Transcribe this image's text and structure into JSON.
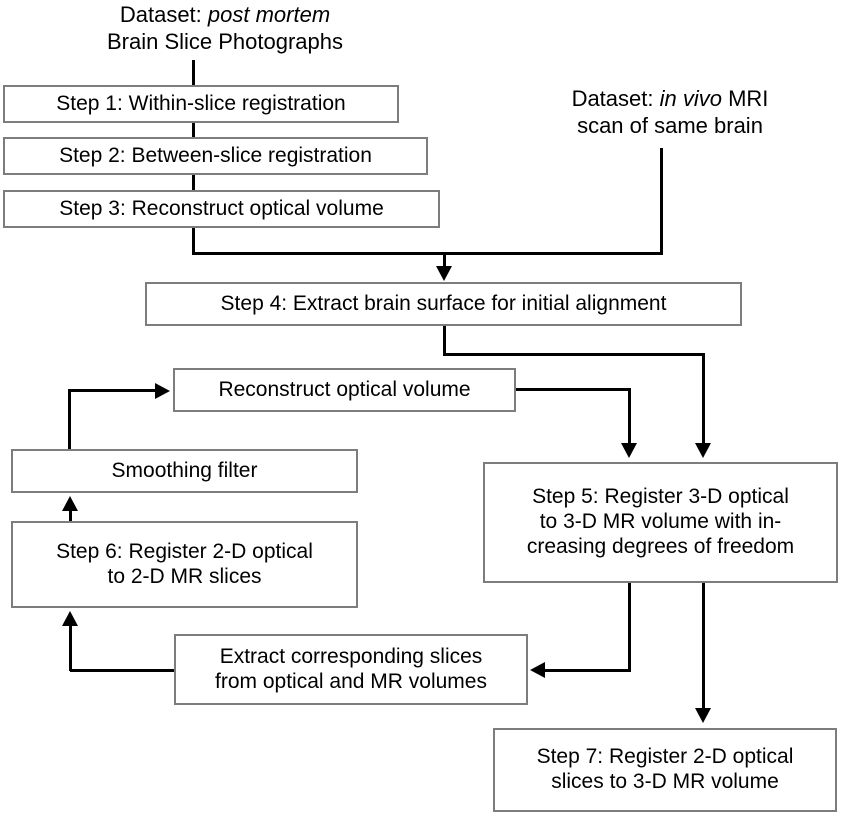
{
  "diagram": {
    "title": "Brain slice photograph to MRI registration pipeline",
    "background_color": "#ffffff",
    "line_color": "#000000",
    "box_border_color": "#7d7d7d",
    "labels": {
      "dataset_postmortem_line1_prefix": "Dataset: ",
      "dataset_postmortem_line1_italic": "post mortem",
      "dataset_postmortem_line2": "Brain Slice Photographs",
      "dataset_invivo_line1_prefix": "Dataset: ",
      "dataset_invivo_line1_italic": "in vivo",
      "dataset_invivo_line1_suffix": " MRI",
      "dataset_invivo_line2": "scan of same brain"
    },
    "nodes": {
      "step1": "Step 1: Within-slice registration",
      "step2": "Step 2: Between-slice registration",
      "step3": "Step 3: Reconstruct optical volume",
      "step4": "Step 4: Extract brain surface for initial alignment",
      "reconstruct": "Reconstruct optical volume",
      "smoothing": "Smoothing filter",
      "step6": "Step 6: Register 2-D optical\nto 2-D MR slices",
      "extract": "Extract corresponding slices\nfrom optical and MR volumes",
      "step5": "Step 5: Register 3-D optical\nto 3-D MR volume with in-\ncreasing degrees of freedom",
      "step7": "Step 7: Register 2-D optical\nslices to 3-D MR volume"
    },
    "edges": [
      {
        "from": "dataset_postmortem",
        "to": "step1"
      },
      {
        "from": "step1",
        "to": "step2"
      },
      {
        "from": "step2",
        "to": "step3"
      },
      {
        "from": "step3",
        "to": "step4"
      },
      {
        "from": "dataset_invivo",
        "to": "step4"
      },
      {
        "from": "step4",
        "to": "step5"
      },
      {
        "from": "reconstruct",
        "to": "step5"
      },
      {
        "from": "step5",
        "to": "extract"
      },
      {
        "from": "step5",
        "to": "step7"
      },
      {
        "from": "extract",
        "to": "step6"
      },
      {
        "from": "step6",
        "to": "smoothing"
      },
      {
        "from": "smoothing",
        "to": "reconstruct"
      }
    ]
  }
}
